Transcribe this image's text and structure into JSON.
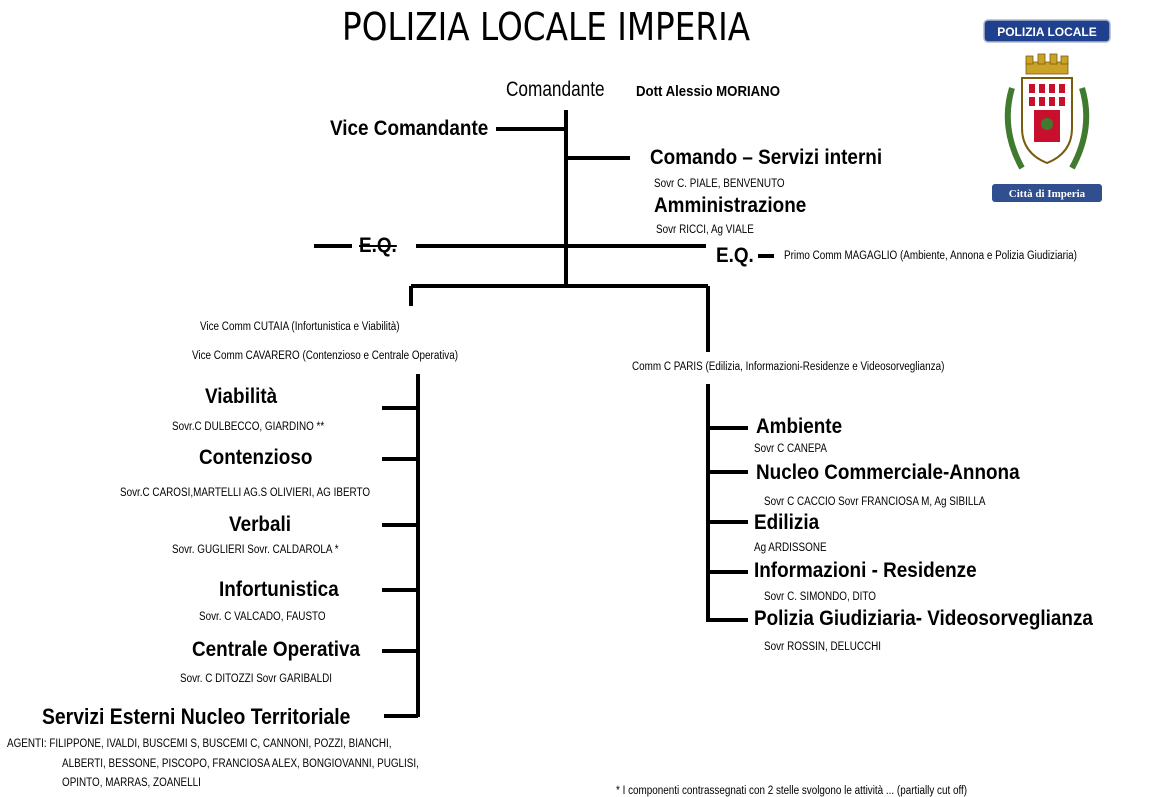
{
  "title": "POLIZIA LOCALE IMPERIA",
  "comandante": {
    "role": "Comandante",
    "name": "Dott Alessio MORIANO"
  },
  "vice_comandante": "Vice Comandante",
  "eq_struck": "E.Q.",
  "eq_right": {
    "label": "E.Q.",
    "desc": "Primo Comm MAGAGLIO (Ambiente, Annona e Polizia Giudiziaria)"
  },
  "comando": {
    "title": "Comando – Servizi interni",
    "staff": "Sovr C.  PIALE, BENVENUTO"
  },
  "amministrazione": {
    "title": "Amministrazione",
    "staff": "Sovr RICCI,  Ag VIALE"
  },
  "left_heads": [
    "Vice Comm CUTAIA (Infortunistica e Viabilità)",
    "Vice Comm CAVARERO (Contenzioso e Centrale Operativa)"
  ],
  "right_head": "Comm C PARIS (Edilizia, Informazioni-Residenze e Videosorveglianza)",
  "left_units": [
    {
      "title": "Viabilità",
      "staff": "Sovr.C  DULBECCO, GIARDINO **"
    },
    {
      "title": "Contenzioso",
      "staff": "Sovr.C CAROSI,MARTELLI AG.S OLIVIERI, AG IBERTO"
    },
    {
      "title": "Verbali",
      "staff": "Sovr. GUGLIERI Sovr. CALDAROLA *"
    },
    {
      "title": "Infortunistica",
      "staff": "Sovr. C  VALCADO, FAUSTO"
    },
    {
      "title": "Centrale Operativa",
      "staff": "Sovr. C DITOZZI Sovr GARIBALDI"
    }
  ],
  "servizi_esterni": {
    "title": "Servizi Esterni Nucleo Territoriale",
    "agents": [
      "AGENTI:  FILIPPONE, IVALDI, BUSCEMI S, BUSCEMI C, CANNONI, POZZI, BIANCHI,",
      "ALBERTI, BESSONE, PISCOPO, FRANCIOSA ALEX, BONGIOVANNI, PUGLISI,",
      "OPINTO, MARRAS, ZOANELLI"
    ]
  },
  "right_units": [
    {
      "title": "Ambiente",
      "staff": "Sovr C CANEPA"
    },
    {
      "title": "Nucleo Commerciale-Annona",
      "staff": "Sovr C CACCIO Sovr FRANCIOSA M, Ag SIBILLA"
    },
    {
      "title": "Edilizia",
      "staff": "Ag ARDISSONE"
    },
    {
      "title": "Informazioni - Residenze",
      "staff": "Sovr C. SIMONDO, DITO"
    },
    {
      "title": "Polizia Giudiziaria- Videosorveglianza",
      "staff": "Sovr ROSSIN, DELUCCHI"
    }
  ],
  "footnote": "* I componenti contrassegnati con 2 stelle svolgono le attività ... (partially cut off)",
  "logo": {
    "banner": "POLIZIA LOCALE",
    "ribbon": "Città di Imperia"
  },
  "colors": {
    "banner": "#1f3f8f",
    "ribbon": "#2f4f8f",
    "shield_red": "#c8102e",
    "gold": "#c9a227",
    "green": "#3f7a2e"
  }
}
